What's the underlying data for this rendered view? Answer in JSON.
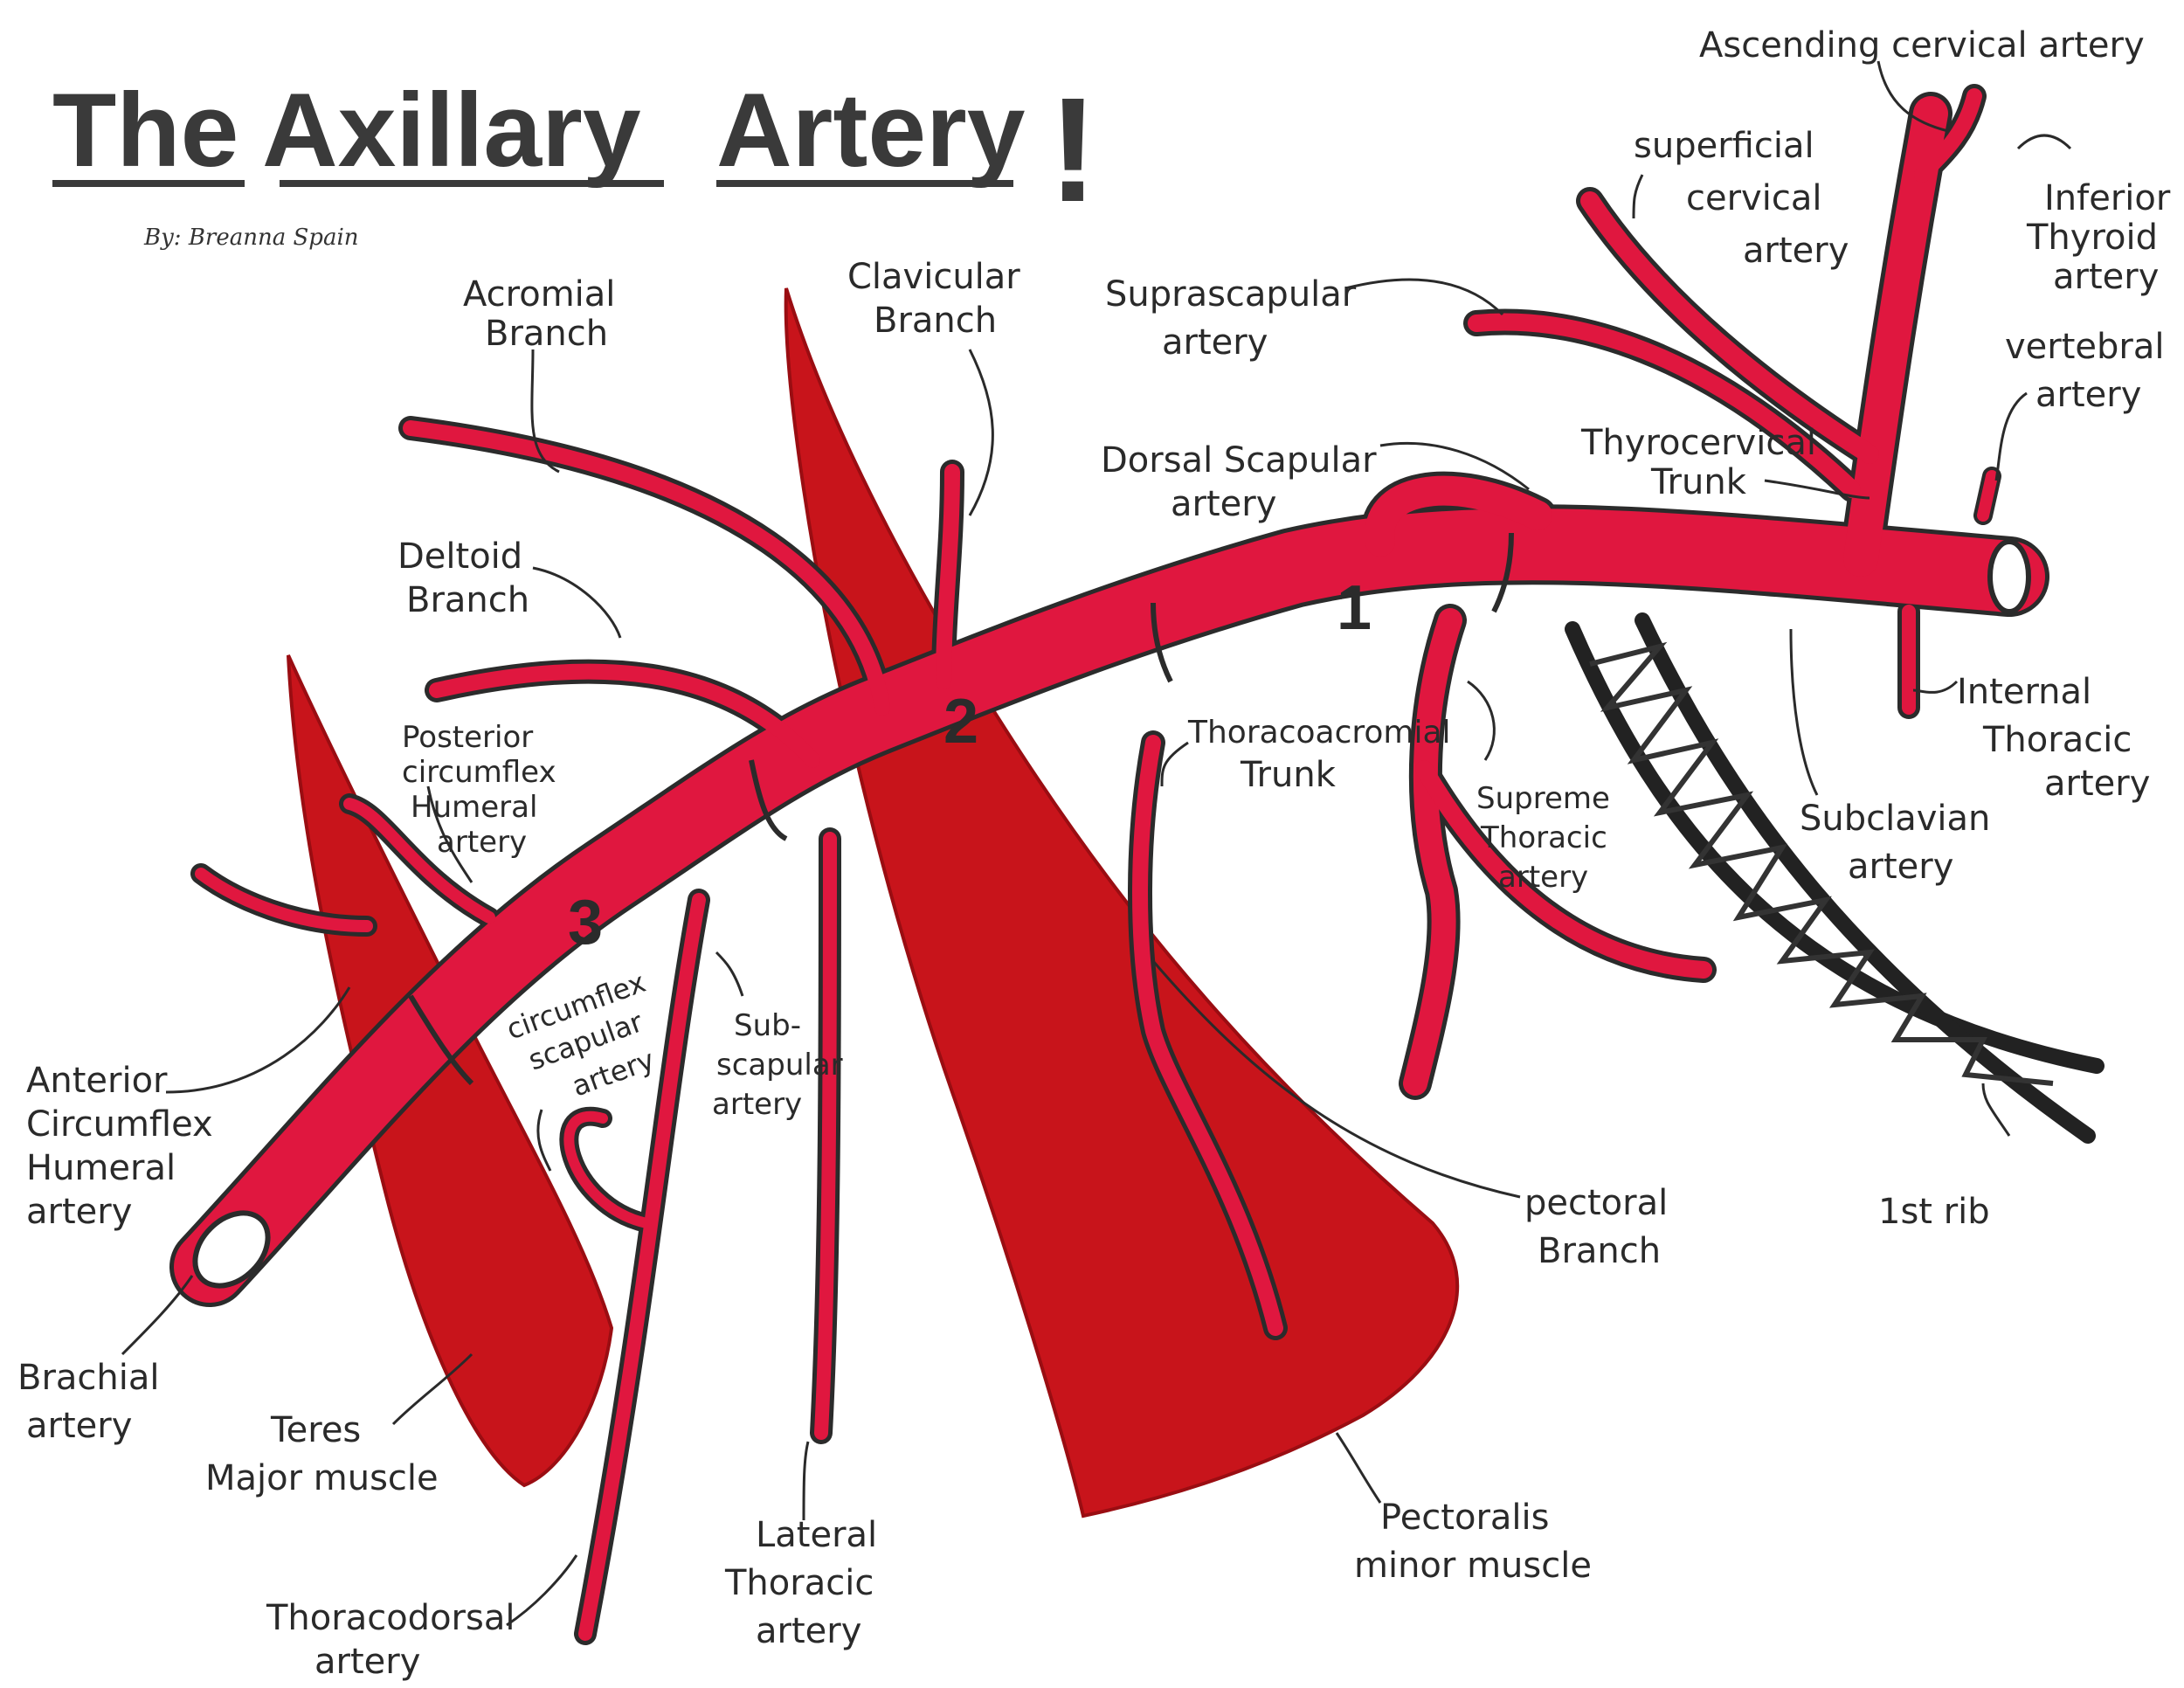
{
  "title": {
    "word1": "The",
    "word2": "Axillary",
    "word3": "Artery",
    "exclaim": "!",
    "byline": "By: Breanna Spain"
  },
  "colors": {
    "artery": "#e0173f",
    "artery_outline": "#2b2b2b",
    "muscle": "#c8141b",
    "rib": "#222222",
    "text": "#2a2a2a"
  },
  "parts": {
    "p1": "1",
    "p2": "2",
    "p3": "3"
  },
  "labels": {
    "ascending_cervical": "Ascending cervical artery",
    "superficial_cervical": [
      "superficial",
      "cervical",
      "artery"
    ],
    "inferior_thyroid": [
      "Inferior",
      "Thyroid",
      "artery"
    ],
    "suprascapular": [
      "Suprascapular",
      "artery"
    ],
    "vertebral": [
      "vertebral",
      "artery"
    ],
    "thyrocervical": [
      "Thyrocervical",
      "Trunk"
    ],
    "dorsal_scapular": [
      "Dorsal Scapular",
      "artery"
    ],
    "acromial": [
      "Acromial",
      "Branch"
    ],
    "clavicular": [
      "Clavicular",
      "Branch"
    ],
    "deltoid": [
      "Deltoid",
      "Branch"
    ],
    "posterior_circumflex": [
      "Posterior",
      "circumflex",
      "Humeral",
      "artery"
    ],
    "thoracoacromial": [
      "Thoracoacromial",
      "Trunk"
    ],
    "supreme_thoracic": [
      "Supreme",
      "Thoracic",
      "artery"
    ],
    "internal_thoracic": [
      "Internal",
      "Thoracic",
      "artery"
    ],
    "subclavian": [
      "Subclavian",
      "artery"
    ],
    "anterior_circumflex": [
      "Anterior",
      "Circumflex",
      "Humeral",
      "artery"
    ],
    "circumflex_scapular": [
      "circumflex",
      "scapular",
      "artery"
    ],
    "subscapular": [
      "Sub-",
      "scapular",
      "artery"
    ],
    "pectoral": [
      "pectoral",
      "Branch"
    ],
    "first_rib": "1st rib",
    "brachial": [
      "Brachial",
      "artery"
    ],
    "teres": [
      "Teres",
      "Major muscle"
    ],
    "lateral_thoracic": [
      "Lateral",
      "Thoracic",
      "artery"
    ],
    "pectoralis_minor": [
      "Pectoralis",
      "minor muscle"
    ],
    "thoracodorsal": [
      "Thoracodorsal",
      "artery"
    ]
  }
}
